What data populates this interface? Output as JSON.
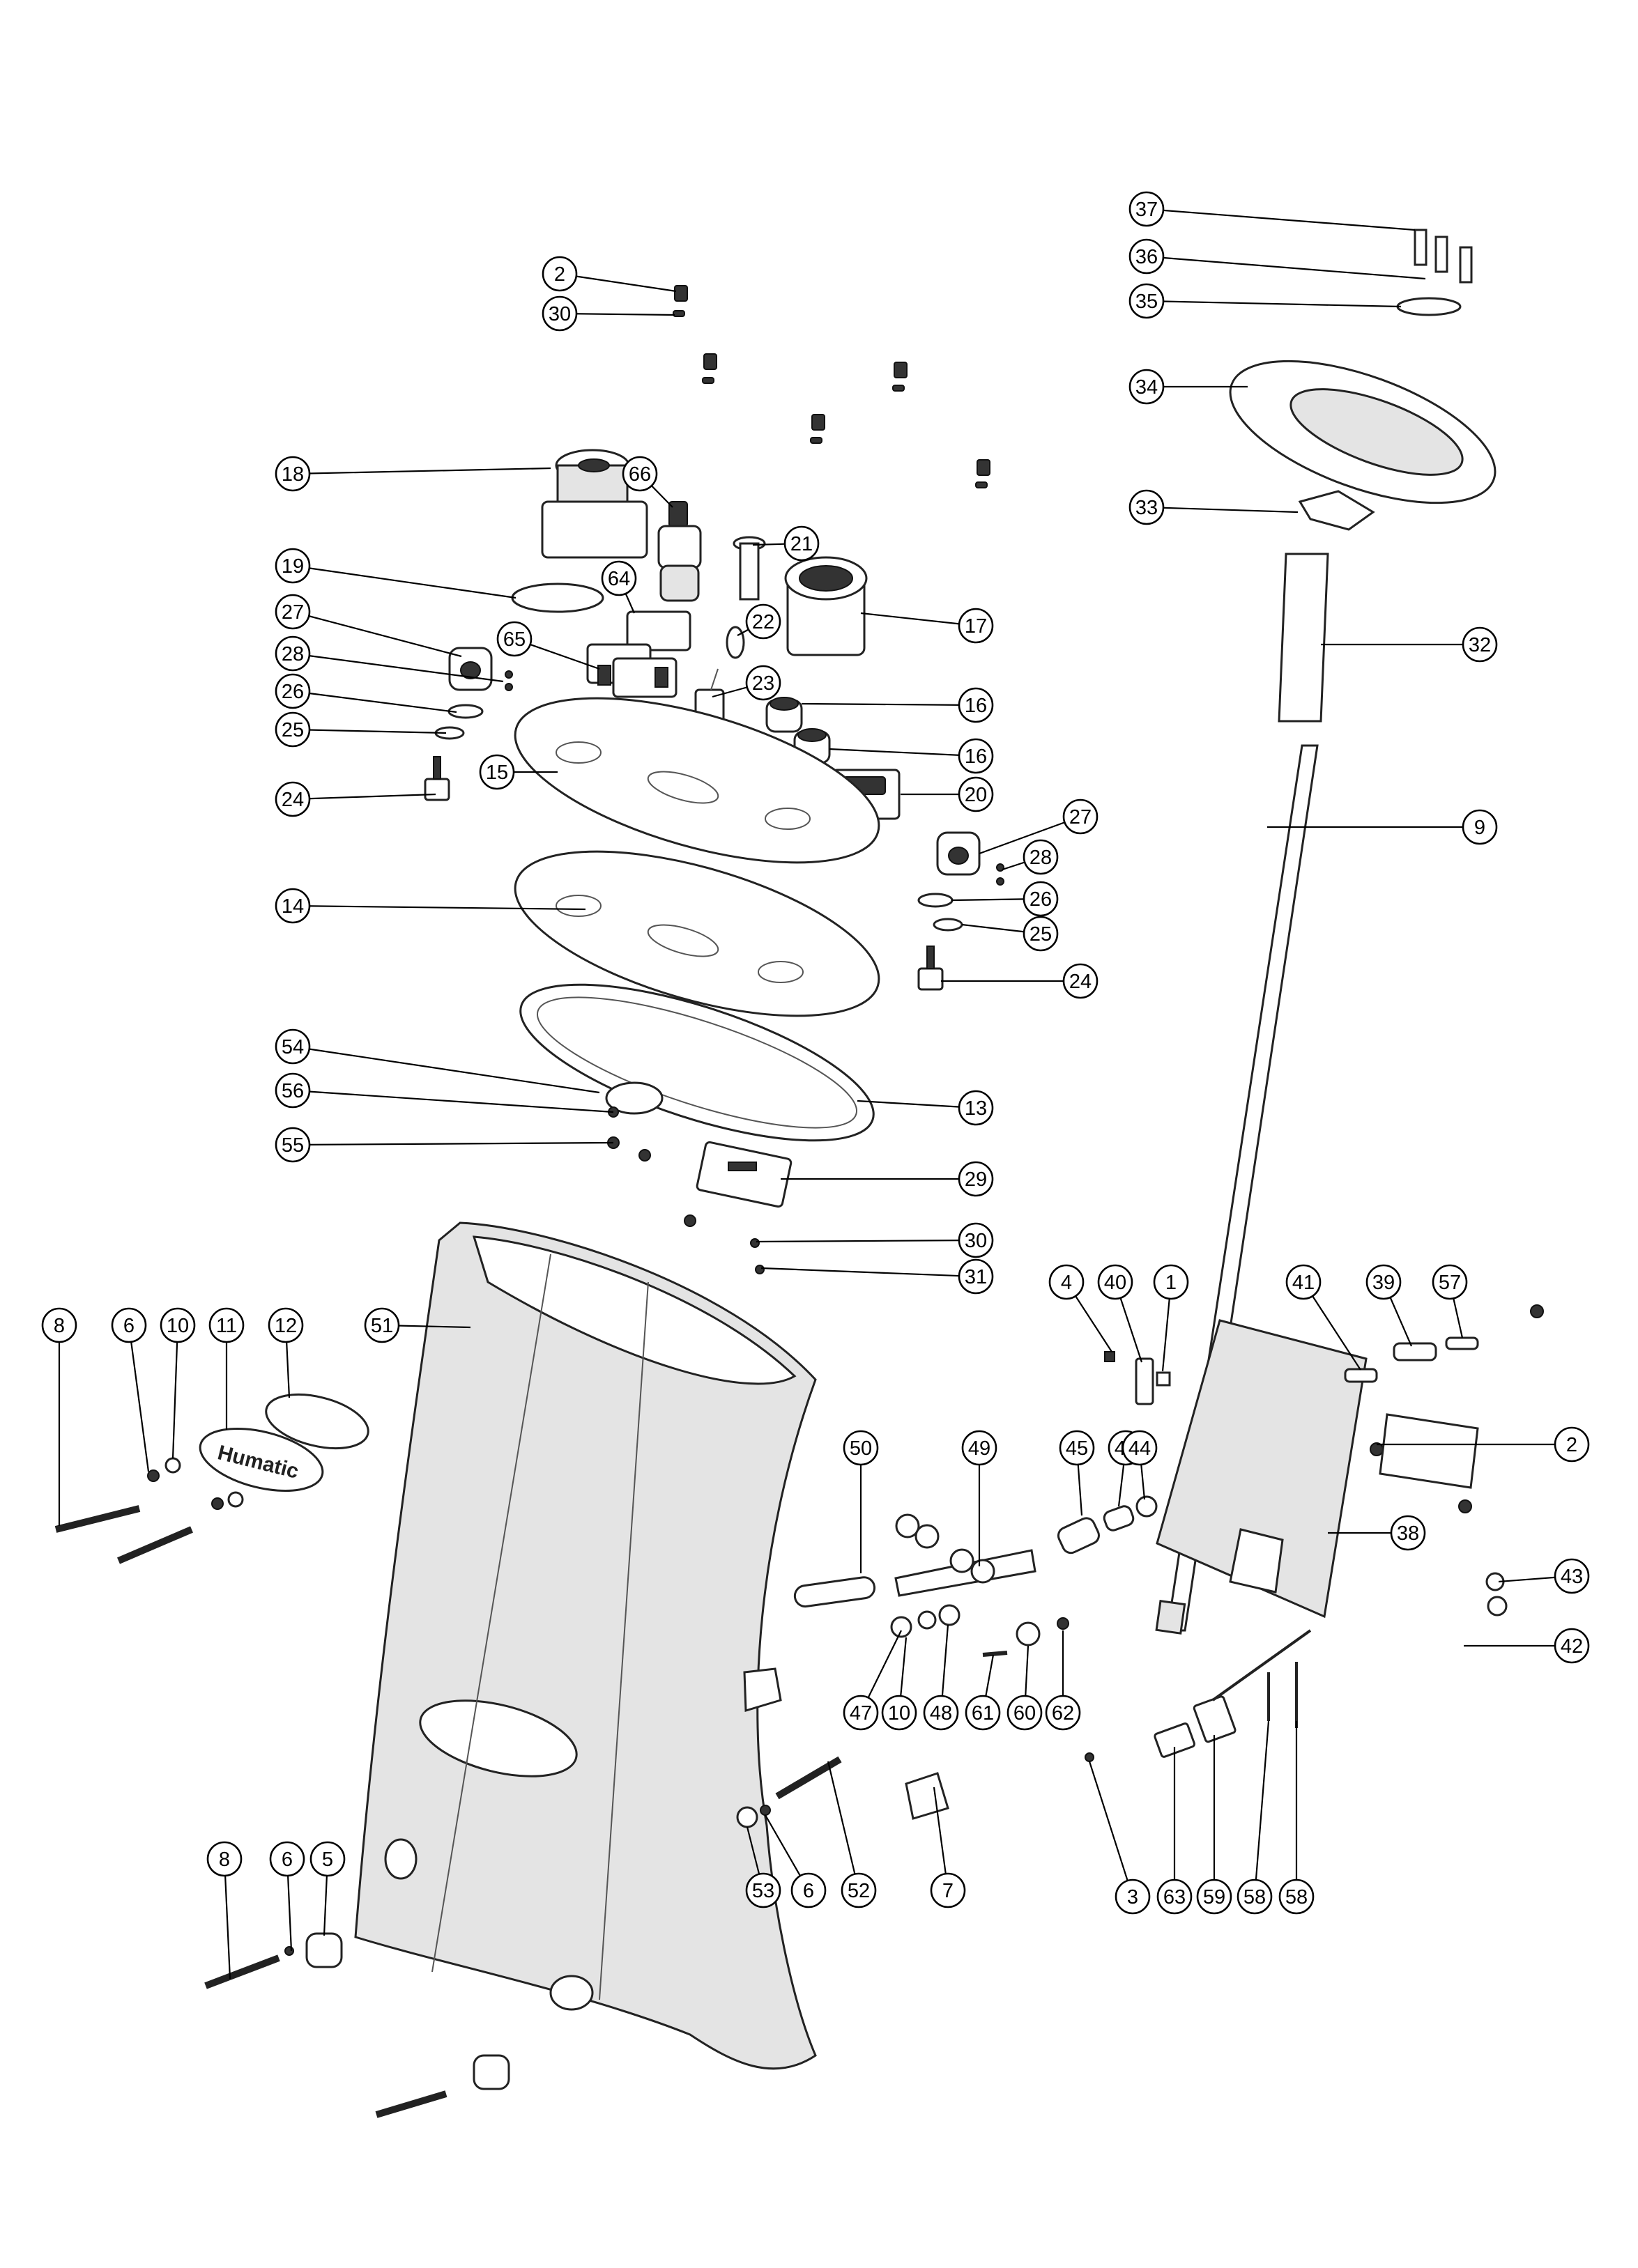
{
  "logo_text": "Humatic",
  "callouts": [
    {
      "n": "2"
    },
    {
      "n": "30"
    },
    {
      "n": "18"
    },
    {
      "n": "66"
    },
    {
      "n": "21"
    },
    {
      "n": "19"
    },
    {
      "n": "64"
    },
    {
      "n": "22"
    },
    {
      "n": "17"
    },
    {
      "n": "27"
    },
    {
      "n": "65"
    },
    {
      "n": "28"
    },
    {
      "n": "23"
    },
    {
      "n": "16"
    },
    {
      "n": "26"
    },
    {
      "n": "25"
    },
    {
      "n": "16"
    },
    {
      "n": "15"
    },
    {
      "n": "20"
    },
    {
      "n": "24"
    },
    {
      "n": "27"
    },
    {
      "n": "28"
    },
    {
      "n": "26"
    },
    {
      "n": "14"
    },
    {
      "n": "25"
    },
    {
      "n": "24"
    },
    {
      "n": "54"
    },
    {
      "n": "56"
    },
    {
      "n": "13"
    },
    {
      "n": "55"
    },
    {
      "n": "29"
    },
    {
      "n": "30"
    },
    {
      "n": "31"
    },
    {
      "n": "37"
    },
    {
      "n": "36"
    },
    {
      "n": "35"
    },
    {
      "n": "34"
    },
    {
      "n": "33"
    },
    {
      "n": "32"
    },
    {
      "n": "9"
    },
    {
      "n": "8"
    },
    {
      "n": "6"
    },
    {
      "n": "10"
    },
    {
      "n": "11"
    },
    {
      "n": "12"
    },
    {
      "n": "51"
    },
    {
      "n": "4"
    },
    {
      "n": "40"
    },
    {
      "n": "1"
    },
    {
      "n": "41"
    },
    {
      "n": "39"
    },
    {
      "n": "57"
    },
    {
      "n": "2"
    },
    {
      "n": "50"
    },
    {
      "n": "49"
    },
    {
      "n": "45"
    },
    {
      "n": "46"
    },
    {
      "n": "44"
    },
    {
      "n": "38"
    },
    {
      "n": "43"
    },
    {
      "n": "42"
    },
    {
      "n": "47"
    },
    {
      "n": "10"
    },
    {
      "n": "48"
    },
    {
      "n": "61"
    },
    {
      "n": "60"
    },
    {
      "n": "62"
    },
    {
      "n": "53"
    },
    {
      "n": "6"
    },
    {
      "n": "52"
    },
    {
      "n": "7"
    },
    {
      "n": "3"
    },
    {
      "n": "63"
    },
    {
      "n": "59"
    },
    {
      "n": "58"
    },
    {
      "n": "58"
    },
    {
      "n": "8"
    },
    {
      "n": "6"
    },
    {
      "n": "5"
    }
  ]
}
